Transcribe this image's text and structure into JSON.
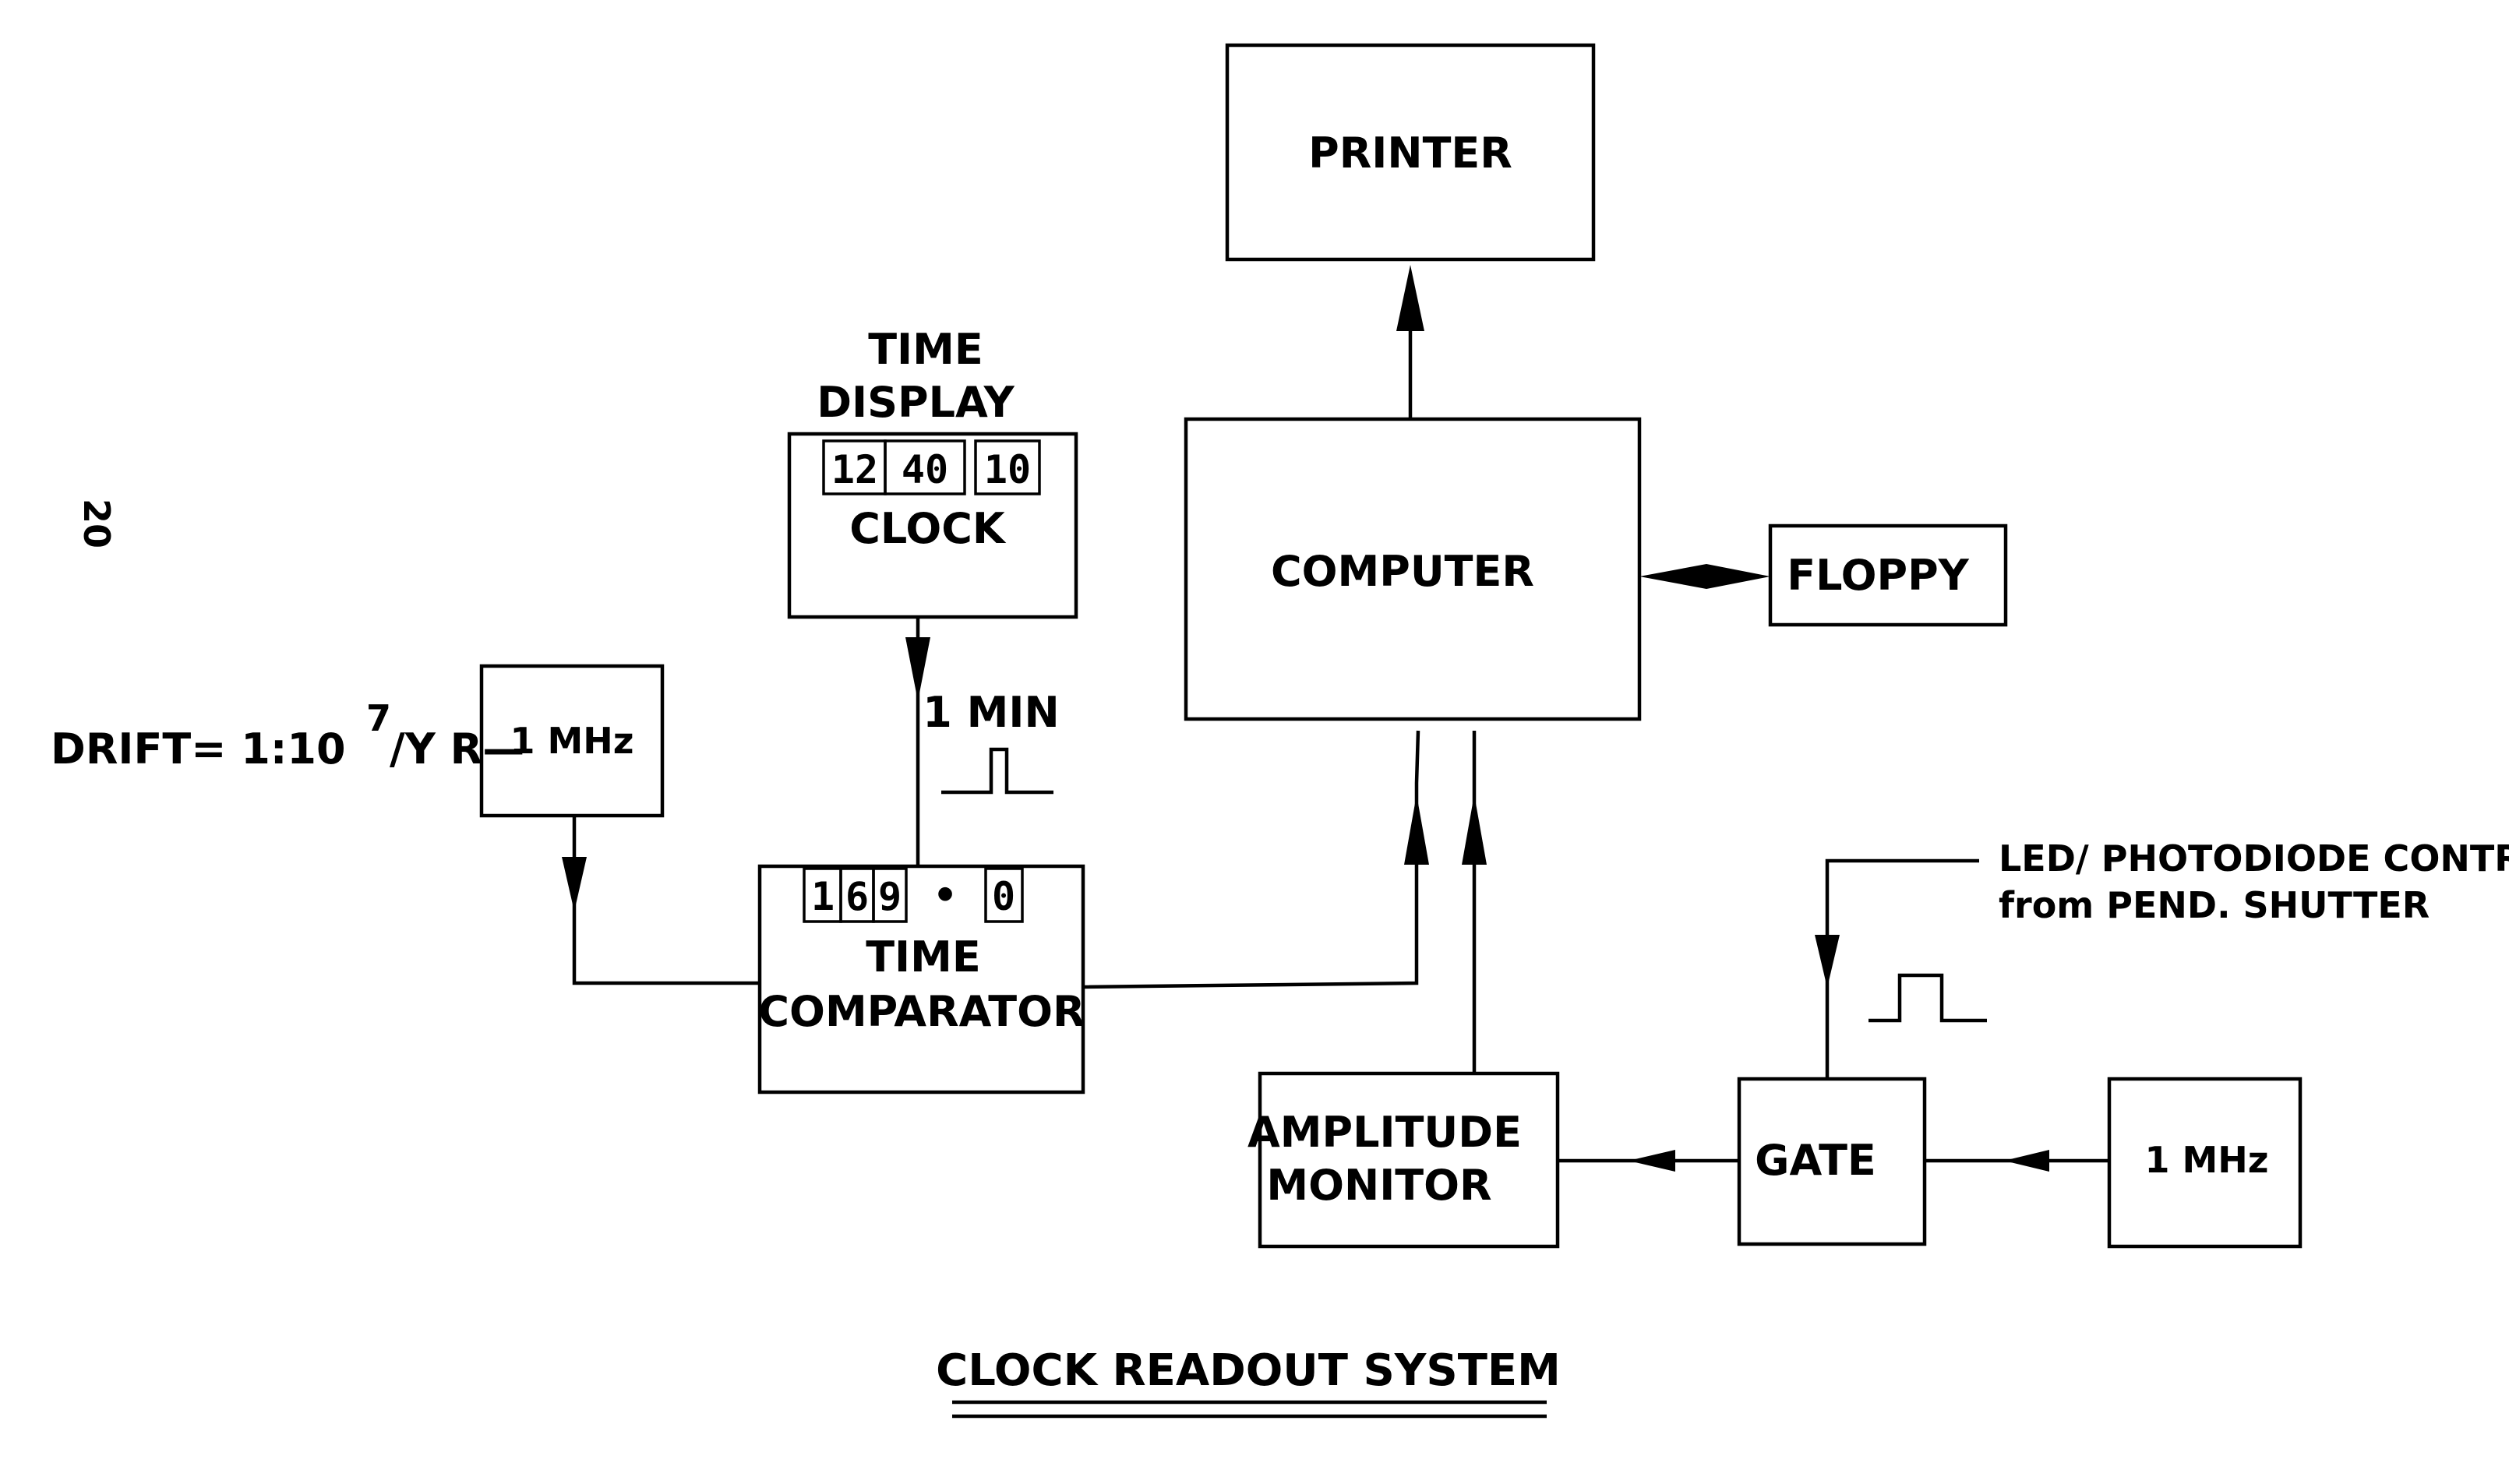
{
  "page_number": "20",
  "title": "CLOCK READOUT SYSTEM",
  "blocks": {
    "printer": "PRINTER",
    "computer": "COMPUTER",
    "floppy": "FLOPPY",
    "clock_header_1": "TIME",
    "clock_header_2": "DISPLAY",
    "clock": "CLOCK",
    "clock_digits": [
      "12",
      "40",
      "10"
    ],
    "oscillator_left": "1 MHz",
    "time_comparator_1": "TIME",
    "time_comparator_2": "COMPARATOR",
    "comparator_digits": [
      "1",
      "6",
      "9",
      "•",
      "0"
    ],
    "amplitude_monitor_1": "AMPLITUDE",
    "amplitude_monitor_2": "MONITOR",
    "gate": "GATE",
    "oscillator_right": "1 MHz"
  },
  "annotations": {
    "drift_prefix": "DRIFT= 1:10",
    "drift_exponent": "7",
    "drift_suffix": "/Y R—",
    "pulse_label": "1 MIN",
    "led_line_1": "LED/ PHOTODIODE  CONTRO",
    "led_line_2": "from  PEND.  SHUTTER"
  }
}
